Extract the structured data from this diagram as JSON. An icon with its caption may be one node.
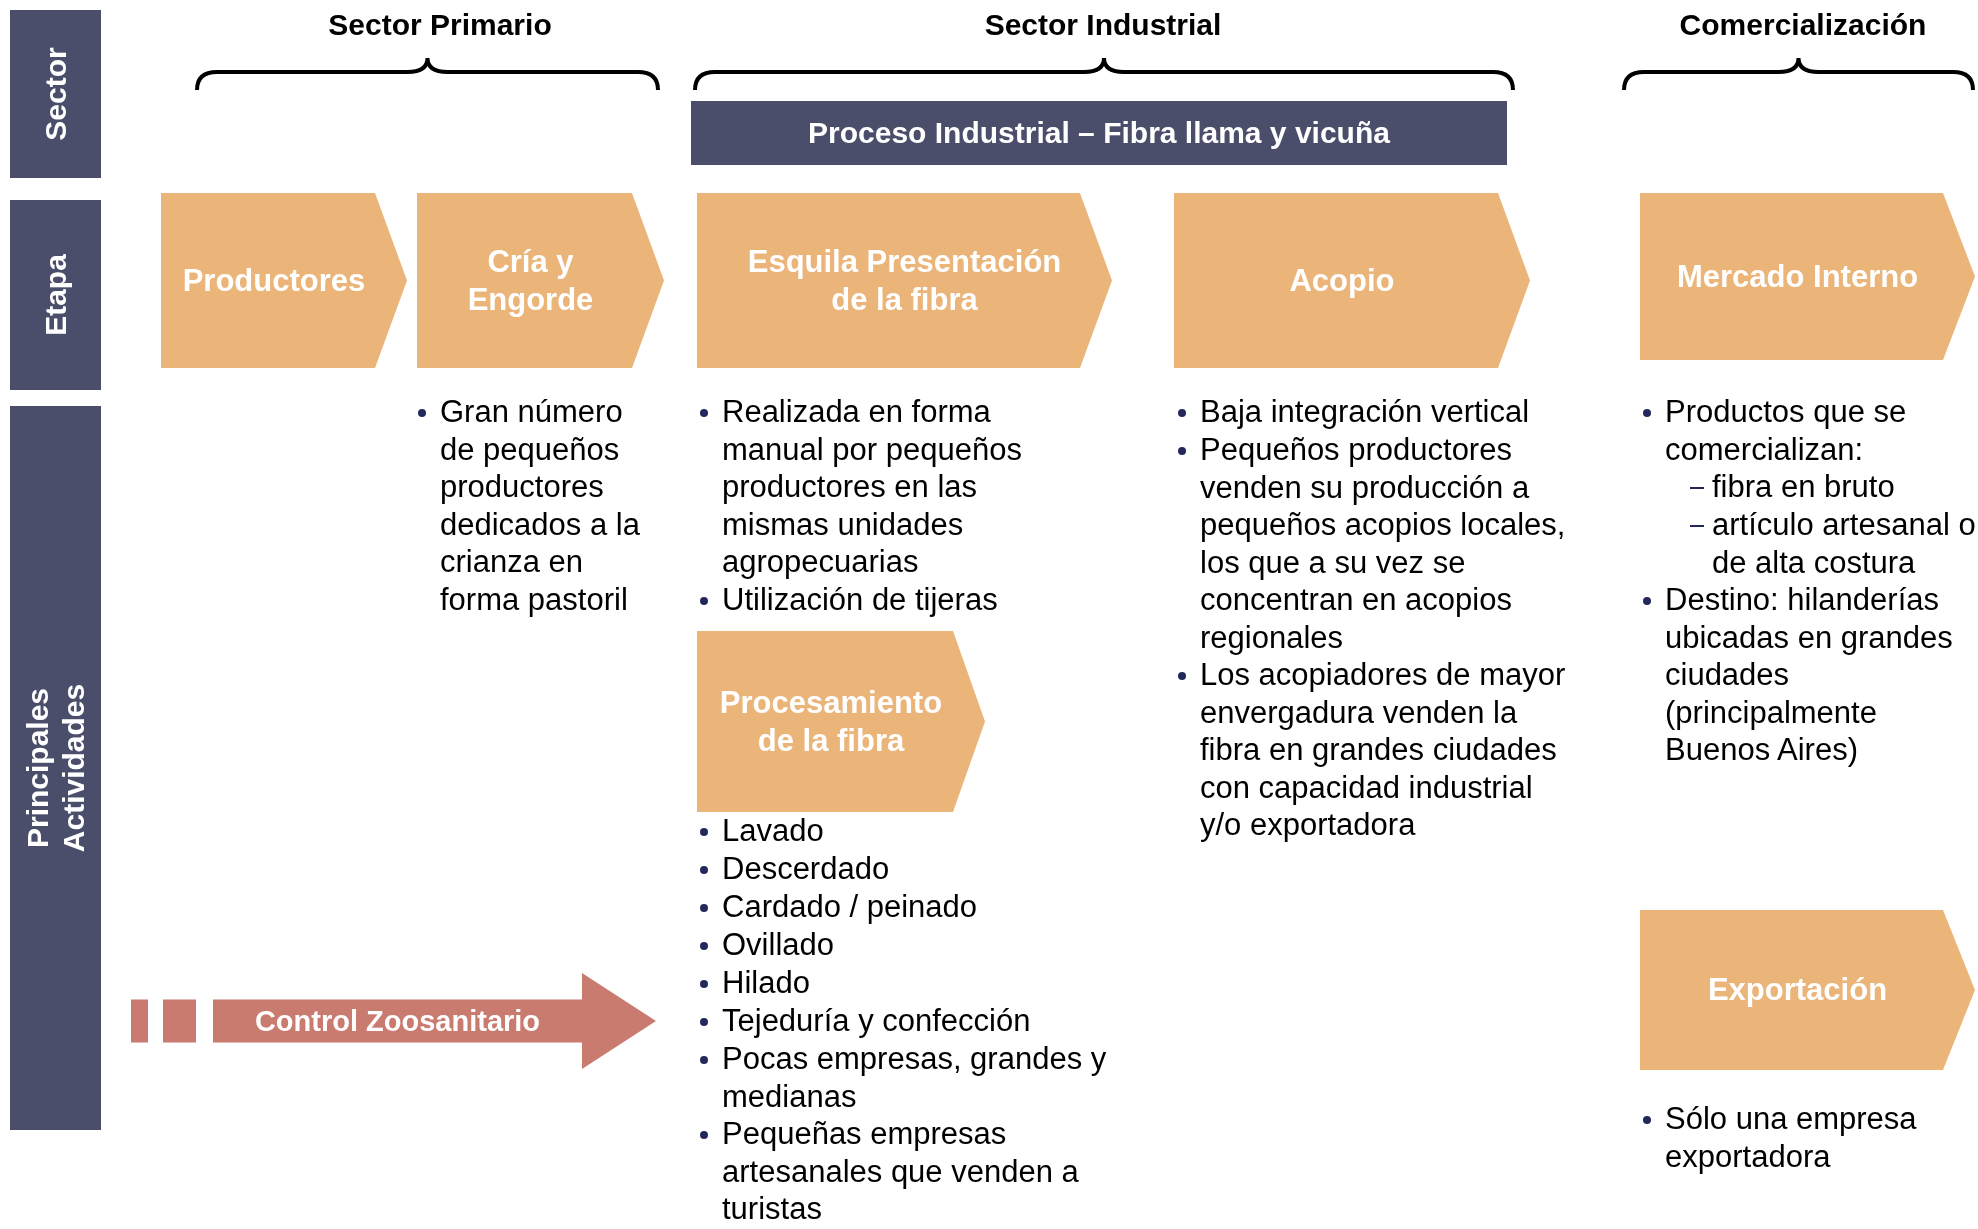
{
  "diagram": {
    "nodes": [
      {
        "text": [
          "Sector"
        ]
      },
      {
        "text": [
          "Etapa"
        ]
      },
      {
        "text": [
          "Principales Actividades"
        ]
      },
      {
        "text": [
          "Proceso Industrial – Fibra llama y vicuña"
        ]
      },
      {
        "text": [
          "Productores"
        ]
      },
      {
        "text": [
          "Cría y Engorde"
        ]
      },
      {
        "text": [
          "Esquila Presentación de la fibra"
        ]
      },
      {
        "text": [
          "Acopio"
        ]
      },
      {
        "text": [
          "Mercado Interno"
        ]
      },
      {
        "text": [
          "Procesamiento de la fibra"
        ]
      },
      {
        "text": [
          "Control Zoosanitario"
        ]
      },
      {
        "text": [
          "Exportación"
        ]
      }
    ],
    "edges": [],
    "labels": [
      "Sector Primario",
      "Sector Industrial",
      "Comercialización",
      "Gran número de pequeños productores dedicados a la crianza en forma pastoril",
      "Realizada en forma manual por pequeños productores en las mismas unidades agropecuarias",
      "Utilización de tijeras",
      "Baja integración vertical",
      "Pequeños productores venden su producción a pequeños acopios locales, los que a su vez se concentran en acopios regionales",
      "Los acopiadores de mayor envergadura venden la fibra en grandes ciudades con capacidad industrial y/o exportadora",
      "Productos que se comercializan:",
      "fibra en bruto",
      "artículo artesanal o de alta costura",
      "Destino: hilanderías ubicadas en grandes ciudades (principalmente Buenos Aires)",
      "Lavado",
      "Descerdado",
      "Cardado / peinado",
      "Ovillado",
      "Hilado",
      "Tejeduría y confección",
      "Pocas empresas, grandes y medianas",
      "Pequeñas empresas artesanales que venden a turistas",
      "Sólo una empresa exportadora"
    ]
  }
}
